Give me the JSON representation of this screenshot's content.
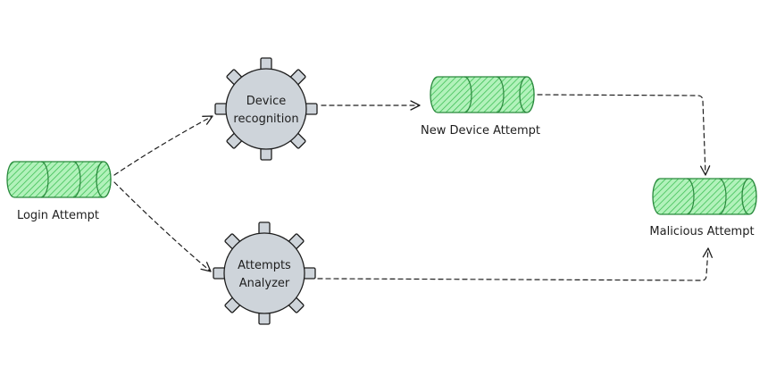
{
  "diagram": {
    "nodes": {
      "login_attempt": {
        "label": "Login Attempt"
      },
      "device_recognition": {
        "label_line_1": "Device",
        "label_line_2": "recognition"
      },
      "attempts_analyzer": {
        "label_line_1": "Attempts",
        "label_line_2": "Analyzer"
      },
      "new_device_attempt": {
        "label": "New Device Attempt"
      },
      "malicious_attempt": {
        "label": "Malicious Attempt"
      }
    }
  },
  "colors": {
    "background": "#ffffff",
    "stroke": "#1e1e1e",
    "topic_fill": "#b2f2bb",
    "topic_hatch": "#40c057",
    "topic_stroke": "#2b8a3e",
    "gear_fill": "#ced4da"
  },
  "icons": {
    "topic": "cylinder-icon",
    "processor": "gear-icon",
    "connector": "dashed-arrow-icon"
  }
}
